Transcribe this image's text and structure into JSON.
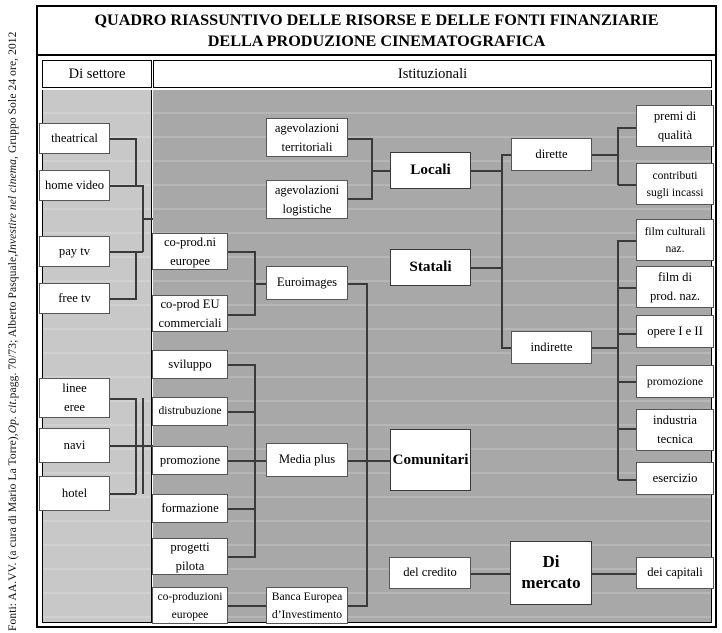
{
  "source_caption": {
    "prefix": "Fonti: AA.VV. (a cura di Mario La Torre), ",
    "italic1": "Op. cit.",
    "middle": " pagg. 70/73; Alberto Pasquale, ",
    "italic2": "Investire nel cinema",
    "suffix": ", Gruppo Sole 24 ore, 2012"
  },
  "title": {
    "line1": "QUADRO RIASSUNTIVO DELLE RISORSE E DELLE FONTI FINANZIARIE",
    "line2": "DELLA PRODUZIONE CINEMATOGRAFICA"
  },
  "headers": {
    "settore": "Di settore",
    "istituzionali": "Istituzionali"
  },
  "colors": {
    "panel_settore_bg": "#c8c8c8",
    "panel_istituzionali_bg": "#a8a8a8",
    "node_bg": "#ffffff",
    "node_border": "#555555",
    "connector": "#3a3a3a",
    "frame": "#000000"
  },
  "nodes": {
    "settore": [
      {
        "id": "theatrical",
        "label": "theatrical"
      },
      {
        "id": "home-video",
        "label": "home video"
      },
      {
        "id": "pay-tv",
        "label": "pay tv"
      },
      {
        "id": "free-tv",
        "label": "free tv"
      },
      {
        "id": "linee-eree",
        "label": "linee\neree"
      },
      {
        "id": "navi",
        "label": "navi"
      },
      {
        "id": "hotel",
        "label": "hotel"
      }
    ],
    "col2": [
      {
        "id": "co-prod-ni-europee",
        "label": "co-prod.ni\neuropee"
      },
      {
        "id": "co-prod-eu-commerciali",
        "label": "co-prod EU\ncommerciali"
      },
      {
        "id": "sviluppo",
        "label": "sviluppo"
      },
      {
        "id": "distrubuzione",
        "label": "distrubuzione"
      },
      {
        "id": "promozione-media",
        "label": "promozione"
      },
      {
        "id": "formazione",
        "label": "formazione"
      },
      {
        "id": "progetti-pilota",
        "label": "progetti\npilota"
      },
      {
        "id": "co-produzioni-europee",
        "label": "co-produzioni\neuropee"
      }
    ],
    "col3": [
      {
        "id": "agevolazioni-territoriali",
        "label": "agevolazioni\nterritoriali"
      },
      {
        "id": "agevolazioni-logistiche",
        "label": "agevolazioni\nlogistiche"
      },
      {
        "id": "euroimages",
        "label": "Euroimages"
      },
      {
        "id": "media-plus",
        "label": "Media plus"
      },
      {
        "id": "banca-europea",
        "label": "Banca Europea\nd’Investimento"
      },
      {
        "id": "del-credito",
        "label": "del credito"
      }
    ],
    "categories": [
      {
        "id": "locali",
        "label": "Locali"
      },
      {
        "id": "statali",
        "label": "Statali"
      },
      {
        "id": "comunitari",
        "label": "Comunitari"
      },
      {
        "id": "di-mercato",
        "label": "Di mercato"
      }
    ],
    "col5": [
      {
        "id": "dirette",
        "label": "dirette"
      },
      {
        "id": "indirette",
        "label": "indirette"
      }
    ],
    "col6": [
      {
        "id": "premi-di-qualita",
        "label": "premi di\nqualità"
      },
      {
        "id": "contributi-incassi",
        "label": "contributi\nsugli incassi"
      },
      {
        "id": "film-culturali-naz",
        "label": "film culturali\nnaz."
      },
      {
        "id": "film-di-prod-naz",
        "label": "film di\nprod. naz."
      },
      {
        "id": "opere-i-e-ii",
        "label": "opere  I e II"
      },
      {
        "id": "promozione",
        "label": "promozione"
      },
      {
        "id": "industria-tecnica",
        "label": "industria\ntecnica"
      },
      {
        "id": "esercizio",
        "label": "esercizio"
      },
      {
        "id": "dei-capitali",
        "label": "dei capitali"
      }
    ]
  }
}
